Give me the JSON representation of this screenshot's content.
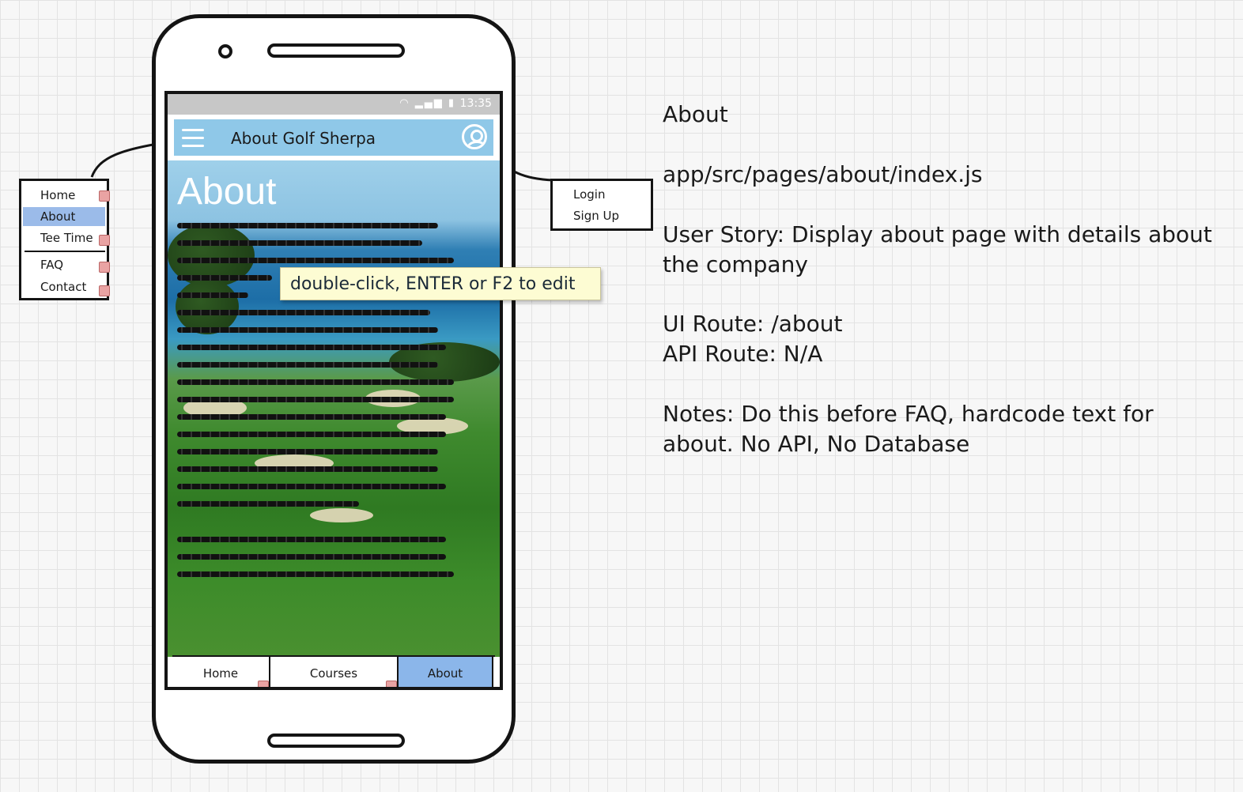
{
  "status_bar": {
    "time": "13:35",
    "icons": "wifi signal battery"
  },
  "app_bar": {
    "title": "About Golf Sherpa",
    "menu_icon": "hamburger-icon",
    "profile_icon": "user-icon"
  },
  "hero": {
    "title": "About"
  },
  "bottom_tabs": [
    {
      "label": "Home",
      "active": false
    },
    {
      "label": "Courses",
      "active": false
    },
    {
      "label": "About",
      "active": true
    }
  ],
  "tooltip": {
    "text": "double-click, ENTER or F2 to edit"
  },
  "left_menu": {
    "items": [
      {
        "label": "Home",
        "active": false
      },
      {
        "label": "About",
        "active": true
      },
      {
        "label": "Tee Time",
        "active": false
      },
      {
        "label": "FAQ",
        "active": false
      },
      {
        "label": "Contact",
        "active": false
      }
    ]
  },
  "right_menu": {
    "items": [
      "Login",
      "Sign Up"
    ]
  },
  "notes": {
    "title": "About",
    "path": "app/src/pages/about/index.js",
    "user_story_1": "User Story: Display about page with details about",
    "user_story_2": "the company",
    "ui_route": "UI Route: /about",
    "api_route": "API Route: N/A",
    "notes_1": "Notes: Do this before FAQ, hardcode text for",
    "notes_2": "about. No API, No Database"
  },
  "colors": {
    "active_tab": "#8bb6ea",
    "app_bar": "#8fc8e8",
    "tooltip_bg": "#fdfcd3"
  }
}
